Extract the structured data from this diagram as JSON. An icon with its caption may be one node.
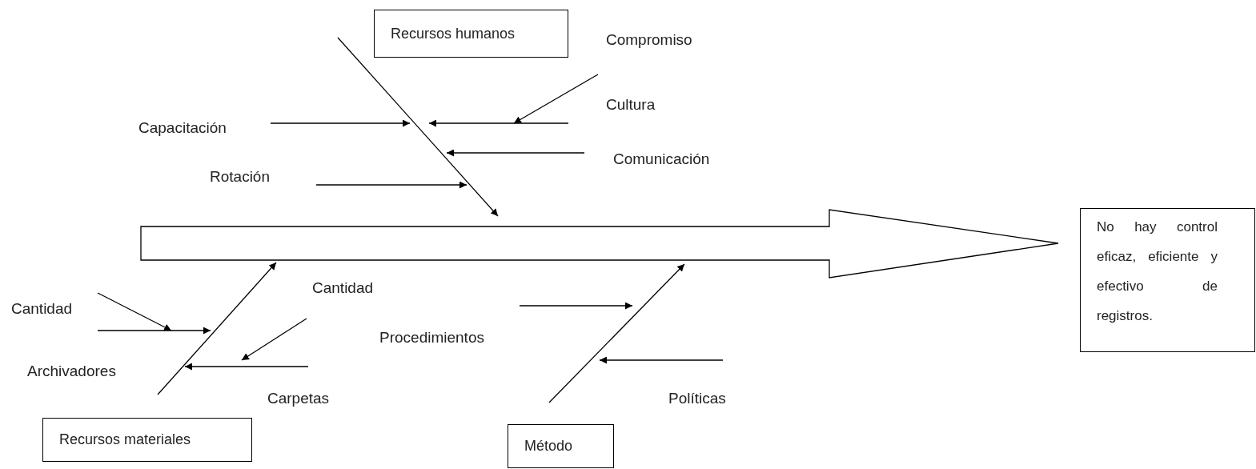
{
  "diagram": {
    "nodes": [
      {
        "text": [
          "Recursos humanos"
        ]
      },
      {
        "text": [
          "Compromiso"
        ]
      },
      {
        "text": [
          "Cultura"
        ]
      },
      {
        "text": [
          "Capacitación"
        ]
      },
      {
        "text": [
          "Comunicación"
        ]
      },
      {
        "text": [
          "Rotación"
        ]
      },
      {
        "text": [],
        "shape": "arrow"
      },
      {
        "text": [
          "No hay control eficaz, eficiente y efectivo de registros."
        ]
      },
      {
        "text": [
          "Cantidad"
        ]
      },
      {
        "text": [
          "Cantidad"
        ]
      },
      {
        "text": [
          "Procedimientos"
        ]
      },
      {
        "text": [
          "Archivadores"
        ]
      },
      {
        "text": [
          "Carpetas"
        ]
      },
      {
        "text": [
          "Políticas"
        ]
      },
      {
        "text": [
          "Recursos materiales"
        ]
      },
      {
        "text": [
          "Método"
        ]
      }
    ],
    "edges": [
      {
        "from": 0,
        "to": 6,
        "arrow": "to"
      },
      {
        "from": 14,
        "to": 6,
        "arrow": "to"
      },
      {
        "from": 15,
        "to": 6,
        "arrow": "to"
      },
      {
        "from": 3,
        "to": null,
        "arrow": "to"
      },
      {
        "from": 2,
        "to": null,
        "arrow": "to"
      },
      {
        "from": 1,
        "to": null,
        "arrow": "to"
      },
      {
        "from": 4,
        "to": null,
        "arrow": "to"
      },
      {
        "from": 5,
        "to": null,
        "arrow": "to"
      },
      {
        "from": 8,
        "to": null,
        "arrow": "to"
      },
      {
        "from": 11,
        "to": null,
        "arrow": "to"
      },
      {
        "from": 9,
        "to": 12,
        "arrow": "to"
      },
      {
        "from": 12,
        "to": null,
        "arrow": "to"
      },
      {
        "from": 10,
        "to": null,
        "arrow": "to"
      },
      {
        "from": 13,
        "to": null,
        "arrow": "to"
      }
    ]
  }
}
